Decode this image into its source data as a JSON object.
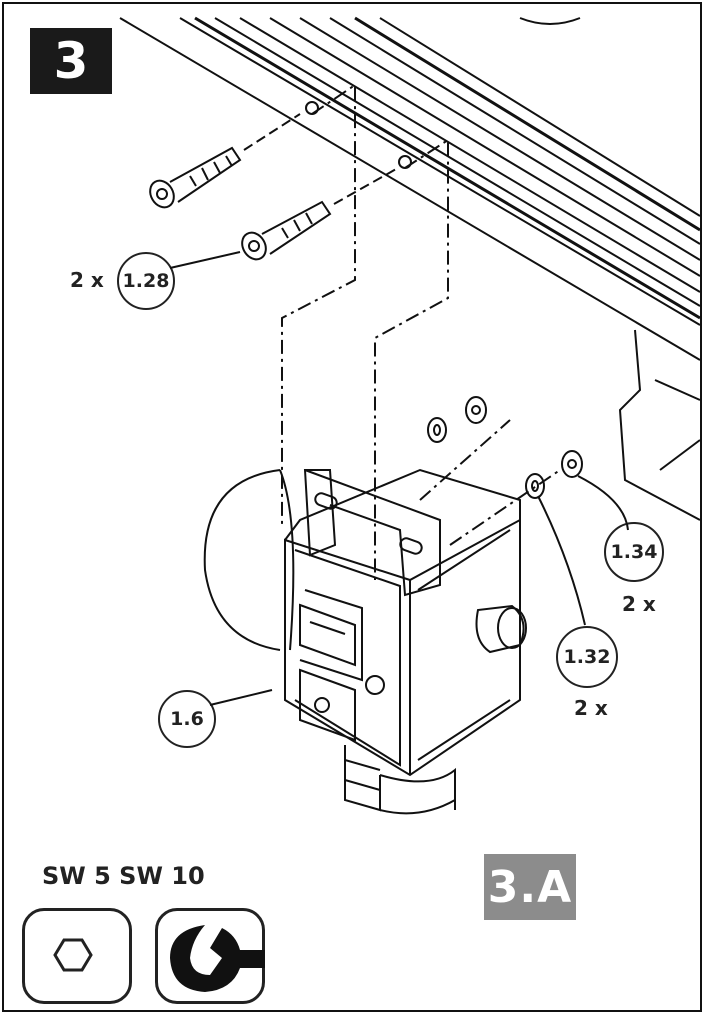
{
  "step": {
    "number": "3",
    "sub_step": "3.A"
  },
  "callouts": [
    {
      "id": "1.28",
      "qty": "2 x"
    },
    {
      "id": "1.34",
      "qty": "2 x"
    },
    {
      "id": "1.32",
      "qty": "2 x"
    },
    {
      "id": "1.6"
    }
  ],
  "tools": {
    "label": "SW 5 SW 10",
    "icons": [
      "hex-key-icon",
      "open-wrench-icon"
    ]
  }
}
